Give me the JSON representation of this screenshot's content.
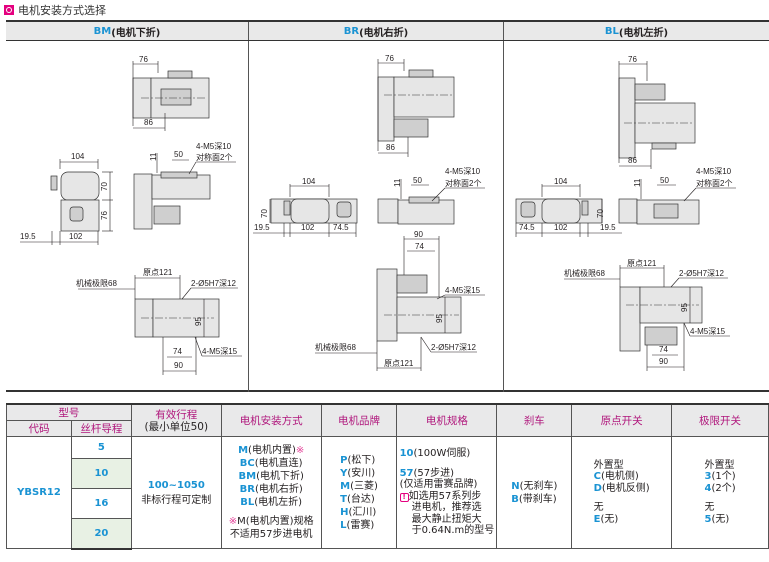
{
  "section": {
    "title": "电机安装方式选择",
    "marker_color": "#e4007f"
  },
  "diagram_columns": [
    {
      "code": "BM",
      "label": "(电机下折)",
      "dims": {
        "top_width": "76",
        "top_bottom": "86",
        "front_width": "104",
        "front_h1": "70",
        "front_h2": "76",
        "front_left": "19.5",
        "front_bottom": "102",
        "side_gap": "11",
        "side_pitch": "50",
        "side_note1": "4-M5深10",
        "side_note2": "对称面2个",
        "plan_origin": "原点121",
        "plan_limit": "机械极限68",
        "plan_pin": "2-Ø5H7深12",
        "plan_height": "95",
        "plan_d1": "74",
        "plan_d2": "90",
        "plan_screw": "4-M5深15"
      }
    },
    {
      "code": "BR",
      "label": "(电机右折)",
      "dims": {
        "top_width": "76",
        "top_bottom": "86",
        "front_width": "104",
        "front_h1": "70",
        "front_left": "19.5",
        "front_bottom": "102",
        "front_right": "74.5",
        "side_gap": "11",
        "side_pitch": "50",
        "side_note1": "4-M5深10",
        "side_note2": "对称面2个",
        "plan_d2": "90",
        "plan_d1": "74",
        "plan_screw": "4-M5深15",
        "plan_height": "95",
        "plan_limit": "机械极限68",
        "plan_pin": "2-Ø5H7深12",
        "plan_origin": "原点121"
      }
    },
    {
      "code": "BL",
      "label": "(电机左折)",
      "dims": {
        "top_width": "76",
        "top_bottom": "86",
        "front_width": "104",
        "front_h1": "70",
        "front_left": "74.5",
        "front_bottom": "102",
        "front_right": "19.5",
        "side_gap": "11",
        "side_pitch": "50",
        "side_note1": "4-M5深10",
        "side_note2": "对称面2个",
        "plan_origin": "原点121",
        "plan_limit": "机械极限68",
        "plan_pin": "2-Ø5H7深12",
        "plan_height": "95",
        "plan_screw": "4-M5深15",
        "plan_d1": "74",
        "plan_d2": "90"
      }
    }
  ],
  "spec_table": {
    "headers": {
      "model": "型号",
      "code": "代码",
      "lead": "丝杆导程",
      "stroke": "有效行程",
      "stroke_sub": "(最小单位50)",
      "mount": "电机安装方式",
      "brand": "电机品牌",
      "spec": "电机规格",
      "brake": "刹车",
      "origin": "原点开关",
      "limit": "极限开关"
    },
    "code_value": "YBSR12",
    "leads": [
      "5",
      "10",
      "16",
      "20"
    ],
    "stroke": {
      "range": "100~1050",
      "note": "非标行程可定制"
    },
    "mount_options": [
      {
        "code": "M",
        "label": "(电机内置)",
        "mark": "※"
      },
      {
        "code": "BC",
        "label": "(电机直连)"
      },
      {
        "code": "BM",
        "label": "(电机下折)"
      },
      {
        "code": "BR",
        "label": "(电机右折)"
      },
      {
        "code": "BL",
        "label": "(电机左折)"
      }
    ],
    "mount_note": {
      "mark": "※",
      "line1": "M(电机内置)规格",
      "line2": "不适用57步进电机"
    },
    "brands": [
      {
        "code": "P",
        "label": "(松下)"
      },
      {
        "code": "Y",
        "label": "(安川)"
      },
      {
        "code": "M",
        "label": "(三菱)"
      },
      {
        "code": "T",
        "label": "(台达)"
      },
      {
        "code": "H",
        "label": "(汇川)"
      },
      {
        "code": "L",
        "label": "(雷赛)"
      }
    ],
    "motor_specs": {
      "opt1_code": "10",
      "opt1_label": "(100W伺服)",
      "opt2_code": "57",
      "opt2_label": "(57步进)",
      "opt2_sub": "(仅适用雷赛品牌)",
      "warn_icon": "!",
      "note_lines": [
        "如选用57系列步",
        "进电机，推荐选",
        "最大静止扭矩大",
        "于0.64N.m的型号"
      ]
    },
    "brakes": [
      {
        "code": "N",
        "label": "(无刹车)"
      },
      {
        "code": "B",
        "label": "(带刹车)"
      }
    ],
    "origin_switch": {
      "ext_title": "外置型",
      "ext": [
        {
          "code": "C",
          "label": "(电机侧)"
        },
        {
          "code": "D",
          "label": "(电机反侧)"
        }
      ],
      "none_title": "无",
      "none": {
        "code": "E",
        "label": "(无)"
      }
    },
    "limit_switch": {
      "ext_title": "外置型",
      "ext": [
        {
          "code": "3",
          "label": "(1个)"
        },
        {
          "code": "4",
          "label": "(2个)"
        }
      ],
      "none_title": "无",
      "none": {
        "code": "5",
        "label": "(无)"
      }
    }
  }
}
